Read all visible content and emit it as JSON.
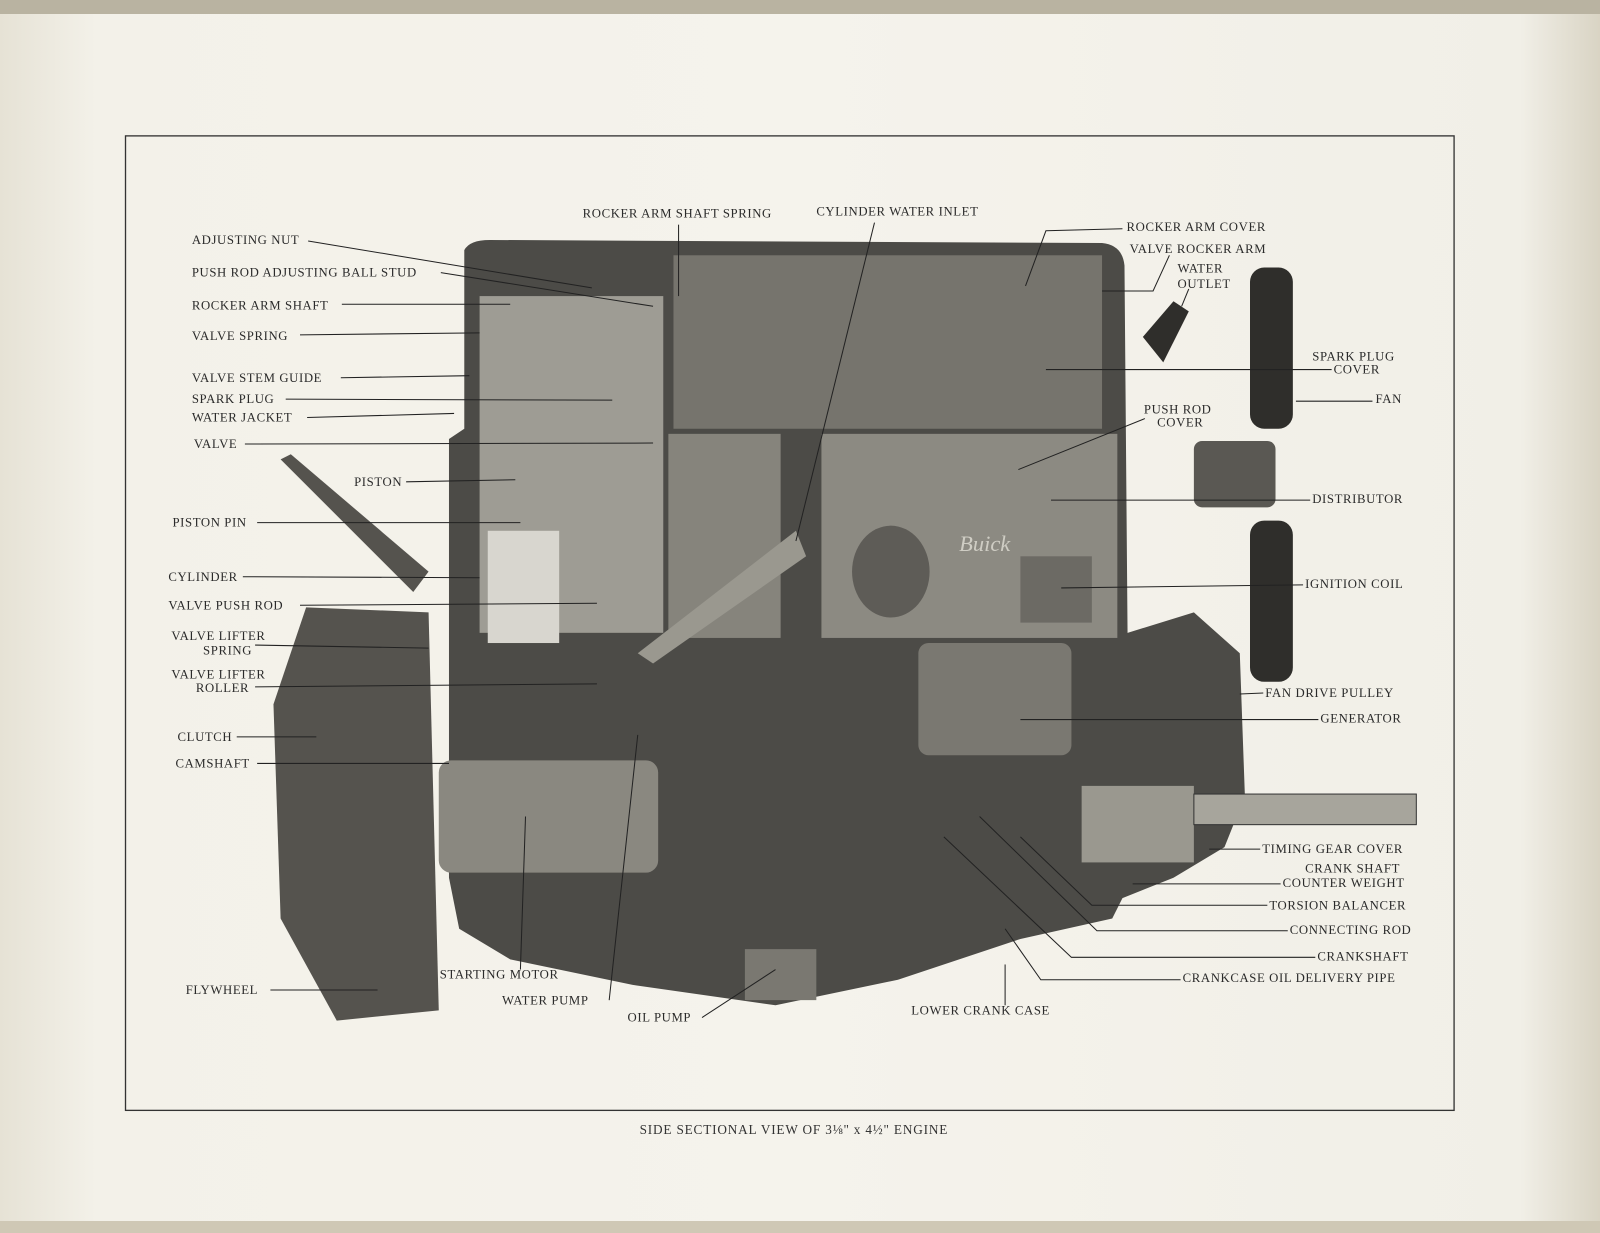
{
  "caption": "SIDE SECTIONAL VIEW OF 3⅛\" x 4½\" ENGINE",
  "labels": {
    "adjusting_nut": "ADJUSTING NUT",
    "push_rod_adjusting_ball_stud": "PUSH ROD ADJUSTING BALL STUD",
    "rocker_arm_shaft": "ROCKER ARM SHAFT",
    "valve_spring": "VALVE SPRING",
    "valve_stem_guide": "VALVE STEM GUIDE",
    "spark_plug": "SPARK PLUG",
    "water_jacket": "WATER JACKET",
    "valve": "VALVE",
    "piston": "PISTON",
    "piston_pin": "PISTON PIN",
    "cylinder": "CYLINDER",
    "valve_push_rod": "VALVE PUSH ROD",
    "valve_lifter_spring_1": "VALVE LIFTER",
    "valve_lifter_spring_2": "SPRING",
    "valve_lifter_roller_1": "VALVE LIFTER",
    "valve_lifter_roller_2": "ROLLER",
    "clutch": "CLUTCH",
    "camshaft": "CAMSHAFT",
    "flywheel": "FLYWHEEL",
    "starting_motor": "STARTING MOTOR",
    "water_pump": "WATER PUMP",
    "oil_pump": "OIL PUMP",
    "lower_crank_case": "LOWER CRANK CASE",
    "rocker_arm_shaft_spring": "ROCKER ARM SHAFT SPRING",
    "cylinder_water_inlet": "CYLINDER WATER INLET",
    "rocker_arm_cover": "ROCKER ARM COVER",
    "valve_rocker_arm": "VALVE ROCKER ARM",
    "water_outlet_1": "WATER",
    "water_outlet_2": "OUTLET",
    "spark_plug_cover_1": "SPARK PLUG",
    "spark_plug_cover_2": "COVER",
    "fan": "FAN",
    "push_rod_cover_1": "PUSH ROD",
    "push_rod_cover_2": "COVER",
    "distributor": "DISTRIBUTOR",
    "ignition_coil": "IGNITION COIL",
    "fan_drive_pulley": "FAN DRIVE PULLEY",
    "generator": "GENERATOR",
    "timing_gear_cover": "TIMING GEAR COVER",
    "crank_shaft_counter_weight_1": "CRANK SHAFT",
    "crank_shaft_counter_weight_2": "COUNTER WEIGHT",
    "torsion_balancer": "TORSION BALANCER",
    "connecting_rod": "CONNECTING ROD",
    "crankshaft": "CRANKSHAFT",
    "crankcase_oil_delivery_pipe": "CRANKCASE OIL DELIVERY PIPE"
  },
  "logo_text": "Buick"
}
